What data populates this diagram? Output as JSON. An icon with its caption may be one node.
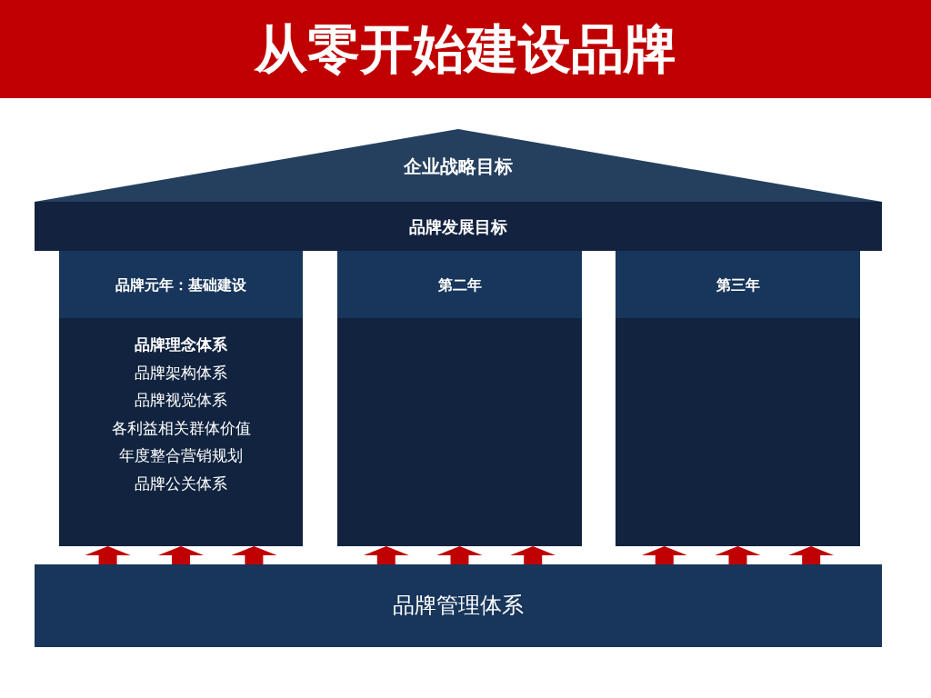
{
  "diagram": {
    "title": "从零开始建设品牌",
    "nodes": [
      {
        "text": [
          "企业战略目标"
        ]
      },
      {
        "text": [
          "品牌发展目标"
        ]
      },
      {
        "text": [
          "品牌元年：基础建设"
        ]
      },
      {
        "text": [
          "第二年"
        ]
      },
      {
        "text": [
          "第三年"
        ]
      },
      {
        "text": [
          "品牌理念体系",
          "品牌架构体系",
          "品牌视觉体系",
          "各利益相关群体价值",
          "年度整合营销规划",
          "品牌公关体系"
        ]
      },
      {
        "text": [],
        "shape": "box"
      },
      {
        "text": [],
        "shape": "box"
      },
      {
        "text": [
          "品牌管理体系"
        ]
      }
    ],
    "edges": [
      {
        "from": 8,
        "to": 5,
        "arrow": "to"
      },
      {
        "from": 8,
        "to": 5,
        "arrow": "to"
      },
      {
        "from": 8,
        "to": 5,
        "arrow": "to"
      },
      {
        "from": 8,
        "to": 6,
        "arrow": "to"
      },
      {
        "from": 8,
        "to": 6,
        "arrow": "to"
      },
      {
        "from": 8,
        "to": 6,
        "arrow": "to"
      },
      {
        "from": 8,
        "to": 7,
        "arrow": "to"
      },
      {
        "from": 8,
        "to": 7,
        "arrow": "to"
      },
      {
        "from": 8,
        "to": 7,
        "arrow": "to"
      }
    ]
  }
}
